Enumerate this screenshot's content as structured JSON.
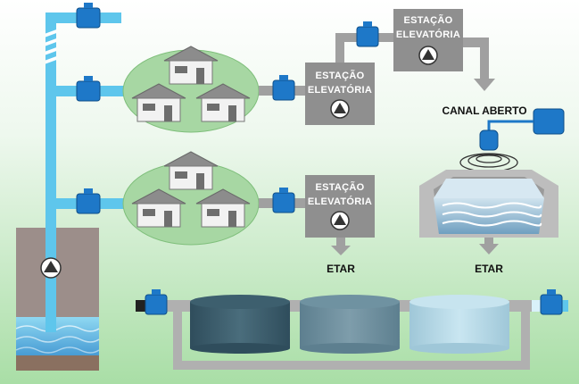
{
  "diagram": {
    "stations": [
      {
        "line1": "ESTAÇÃO",
        "line2": "ELEVATÓRIA"
      },
      {
        "line1": "ESTAÇÃO",
        "line2": "ELEVATÓRIA"
      },
      {
        "line1": "ESTAÇÃO",
        "line2": "ELEVATÓRIA"
      }
    ],
    "labels": {
      "canal": "CANAL ABERTO",
      "etar_left": "ETAR",
      "etar_right": "ETAR"
    }
  },
  "colors": {
    "pipe": "#5ec6ec",
    "valve": "#1e78c8",
    "station": "#8f8f8f",
    "grey_pipe": "#a0a0a0",
    "neighborhood": "#a7d7a3",
    "background_top": "#ffffff",
    "background_bottom": "#a9dea6"
  },
  "icons": [
    "valve-icon",
    "pump-icon",
    "house-icon",
    "sensor-icon",
    "tank-icon"
  ]
}
